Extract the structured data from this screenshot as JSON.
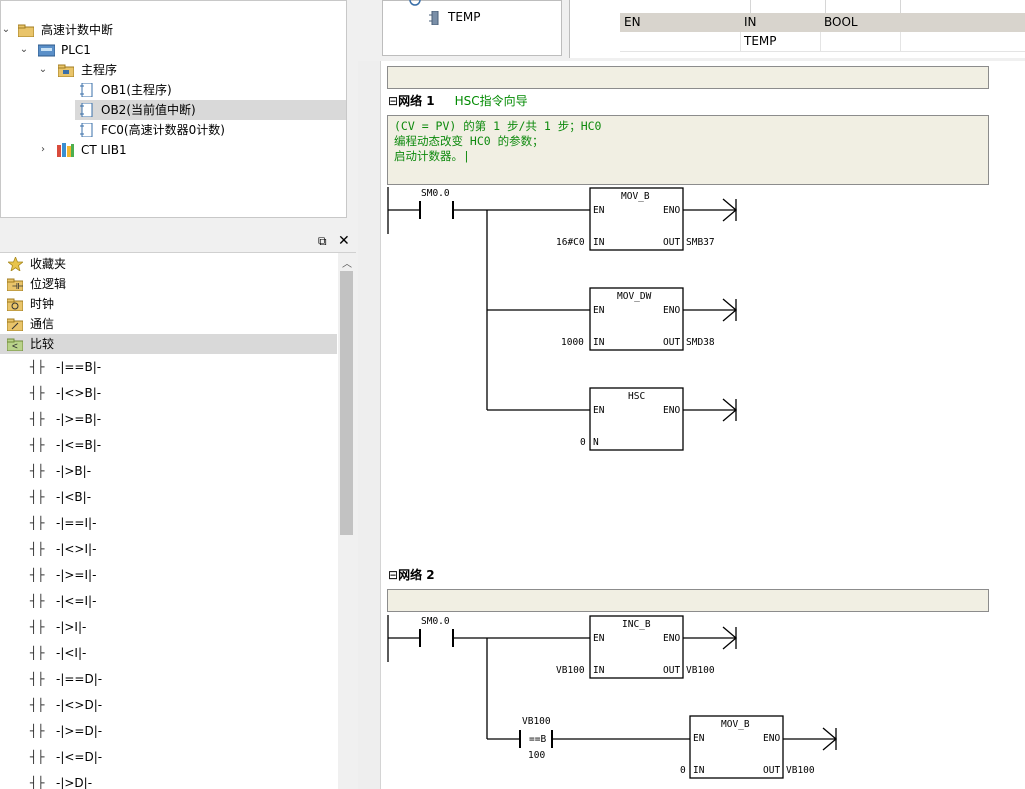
{
  "project_tree": {
    "root": "高速计数中断",
    "plc": "PLC1",
    "program_folder": "主程序",
    "items": [
      "OB1(主程序)",
      "OB2(当前值中断)",
      "FC0(高速计数器0计数)"
    ],
    "library": "CT LIB1"
  },
  "instructions": {
    "folders": [
      "收藏夹",
      "位逻辑",
      "时钟",
      "通信",
      "比较"
    ],
    "compare_items": [
      "-|==B|-",
      "-|<>B|-",
      "-|>=B|-",
      "-|<=B|-",
      "-|>B|-",
      "-|<B|-",
      "-|==I|-",
      "-|<>I|-",
      "-|>=I|-",
      "-|<=I|-",
      "-|>I|-",
      "-|<I|-",
      "-|==D|-",
      "-|<>D|-",
      "-|>=D|-",
      "-|<=D|-",
      "-|>D|-"
    ],
    "contact_glyph": "┤├"
  },
  "interface": {
    "temp_label": "TEMP"
  },
  "var_table": {
    "rows": [
      {
        "symbol": "EN",
        "var_type": "IN",
        "data_type": "BOOL"
      },
      {
        "symbol": "",
        "var_type": "TEMP",
        "data_type": ""
      }
    ]
  },
  "network1": {
    "title": "网络 1",
    "comment": "HSC指令向导",
    "comment_lines": [
      "(CV = PV) 的第 1 步/共 1 步；HC0",
      "编程动态改变 HC0 的参数；",
      "启动计数器。|"
    ],
    "contact": "SM0.0",
    "boxes": [
      {
        "name": "MOV_B",
        "en": "EN",
        "eno": "ENO",
        "in_pin": "IN",
        "out_pin": "OUT",
        "in_val": "16#C0",
        "out_val": "SMB37"
      },
      {
        "name": "MOV_DW",
        "en": "EN",
        "eno": "ENO",
        "in_pin": "IN",
        "out_pin": "OUT",
        "in_val": "1000",
        "out_val": "SMD38"
      },
      {
        "name": "HSC",
        "en": "EN",
        "eno": "ENO",
        "in_pin": "N",
        "in_val": "0"
      }
    ]
  },
  "network2": {
    "title": "网络 2",
    "contact": "SM0.0",
    "inc_box": {
      "name": "INC_B",
      "en": "EN",
      "eno": "ENO",
      "in_pin": "IN",
      "out_pin": "OUT",
      "in_val": "VB100",
      "out_val": "VB100"
    },
    "compare": {
      "top": "VB100",
      "op": "==B",
      "bottom": "100"
    },
    "mov_box": {
      "name": "MOV_B",
      "en": "EN",
      "eno": "ENO",
      "in_pin": "IN",
      "out_pin": "OUT",
      "in_val": "0",
      "out_val": "VB100"
    }
  }
}
